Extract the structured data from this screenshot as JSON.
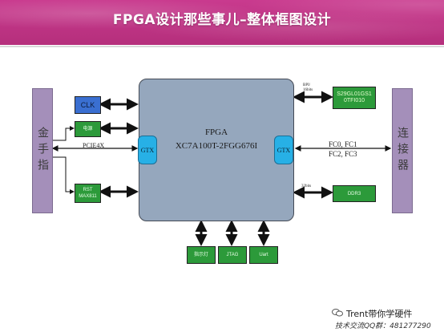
{
  "title": "FPGA设计那些事儿–整体框图设计",
  "left_connector": "金手指",
  "right_connector": "连接器",
  "fpga": {
    "line1": "FPGA",
    "line2": "XC7A100T-2FGG676I"
  },
  "gtx_left": "GTX",
  "gtx_right": "GTX",
  "clk_box": "CLK",
  "power_box": "电源",
  "rst_box": {
    "line1": "RST",
    "line2": "MAX811"
  },
  "flash_box": {
    "line1": "S29GL01GS1",
    "line2": "0TFI010"
  },
  "ddr_box": "DDR3",
  "bottom_boxes": [
    "指示灯",
    "JTAG",
    "Uart"
  ],
  "labels": {
    "pcie": "PCIE4X",
    "bpi": "BPI/\n16bits",
    "fc_line1": "FC0, FC1",
    "fc_line2": "FC2, FC3",
    "ddr_bits": "32bits"
  },
  "footer": {
    "name": "Trent带你学硬件",
    "qq": "技术交流QQ群：481277290"
  },
  "colors": {
    "title_band": "#c0358a",
    "side_connector": "#a48fba",
    "fpga": "#95a7bd",
    "gtx": "#27b0e6",
    "green_box": "#2c9a3a",
    "clk_box": "#3a6fd1"
  }
}
